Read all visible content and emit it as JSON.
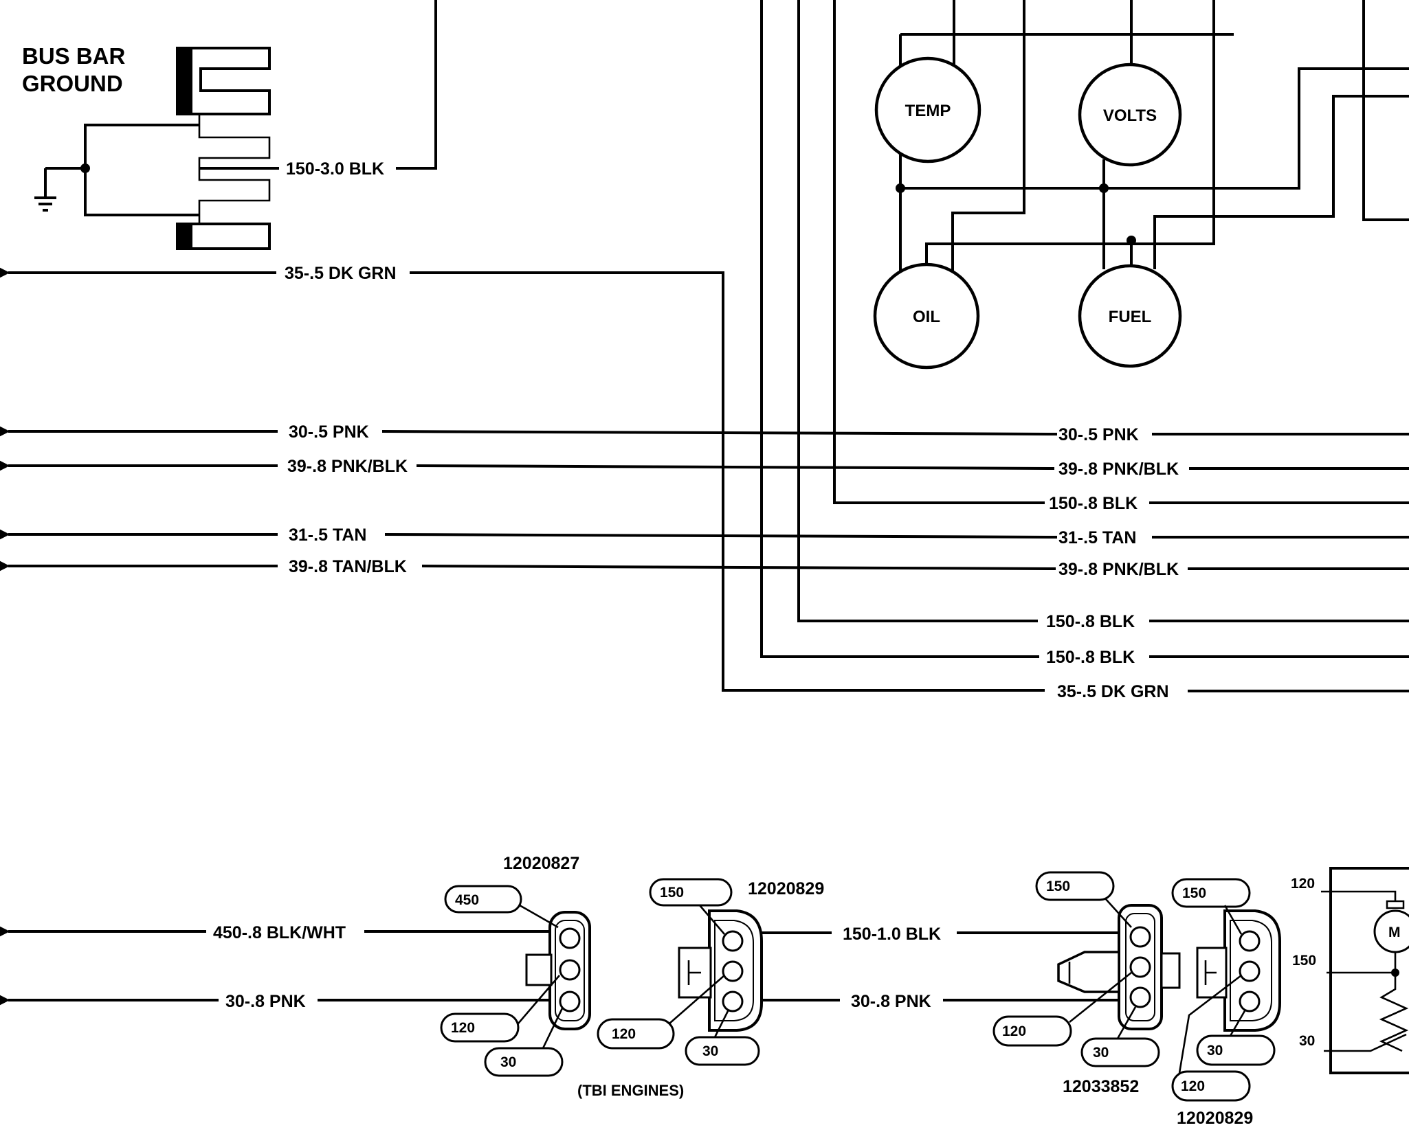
{
  "ground": {
    "title_line1": "BUS BAR",
    "title_line2": "GROUND",
    "wire": "150-3.0 BLK"
  },
  "left_wires": {
    "dk_grn": "35-.5 DK GRN",
    "pnk": "30-.5 PNK",
    "pnk_blk": "39-.8 PNK/BLK",
    "tan": "31-.5 TAN",
    "tan_blk": "39-.8 TAN/BLK"
  },
  "gauges": {
    "temp": "TEMP",
    "volts": "VOLTS",
    "oil": "OIL",
    "fuel": "FUEL"
  },
  "right_wires": {
    "pnk": "30-.5 PNK",
    "pnk_blk_1": "39-.8 PNK/BLK",
    "blk_1": "150-.8 BLK",
    "tan": "31-.5 TAN",
    "pnk_blk_2": "39-.8 PNK/BLK",
    "blk_2": "150-.8 BLK",
    "blk_3": "150-.8 BLK",
    "dk_grn": "35-.5 DK GRN"
  },
  "connectors": {
    "c1": {
      "part": "12020827",
      "pins": [
        "450",
        "120",
        "30"
      ]
    },
    "c2": {
      "part": "12020829",
      "pins": [
        "150",
        "120",
        "30"
      ],
      "note": "(TBI ENGINES)"
    },
    "c3": {
      "part": "12033852",
      "pins": [
        "150",
        "120",
        "30"
      ]
    },
    "c4": {
      "part": "12020829",
      "pins": [
        "150",
        "30",
        "120"
      ]
    }
  },
  "bottom_wires": {
    "blk_wht": "450-.8 BLK/WHT",
    "pnk_left": "30-.8 PNK",
    "blk_mid": "150-1.0 BLK",
    "pnk_mid": "30-.8 PNK"
  },
  "motor_box": {
    "pin_top": "120",
    "pin_mid": "150",
    "pin_bot": "30",
    "motor": "M"
  }
}
